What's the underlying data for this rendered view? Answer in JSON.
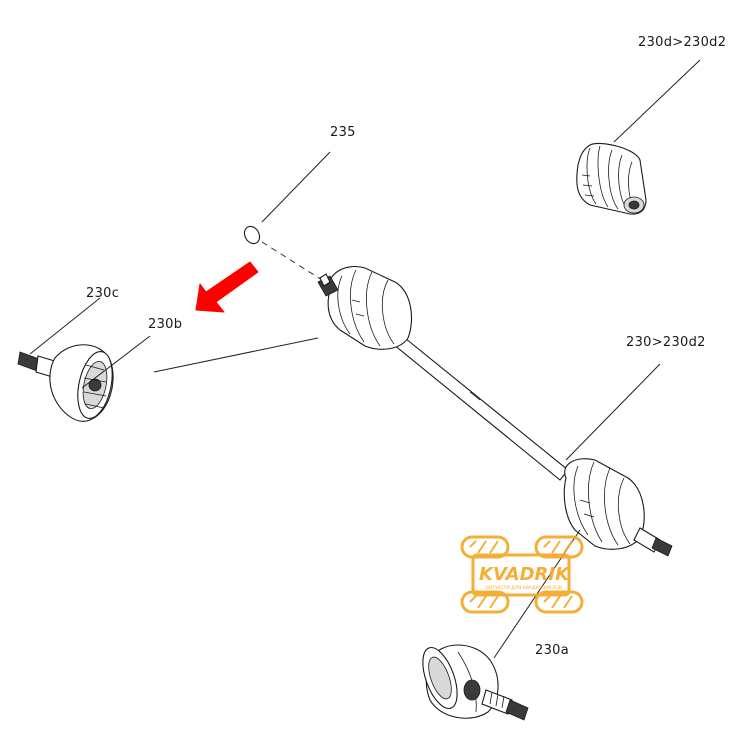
{
  "labels": {
    "part_235": "235",
    "part_230d": "230d>230d2",
    "part_230c": "230c",
    "part_230b": "230b",
    "part_230": "230>230d2",
    "part_230a": "230a"
  },
  "highlight": {
    "arrow_color": "#ff0000",
    "target": "230b"
  },
  "watermark": {
    "text": "KVADRIK",
    "subtext": "ЗАПЧАСТИ ДЛЯ КВАДРОЦИКЛОВ",
    "color": "#f5a623"
  },
  "icons": [
    "arrow-down-left-icon"
  ]
}
